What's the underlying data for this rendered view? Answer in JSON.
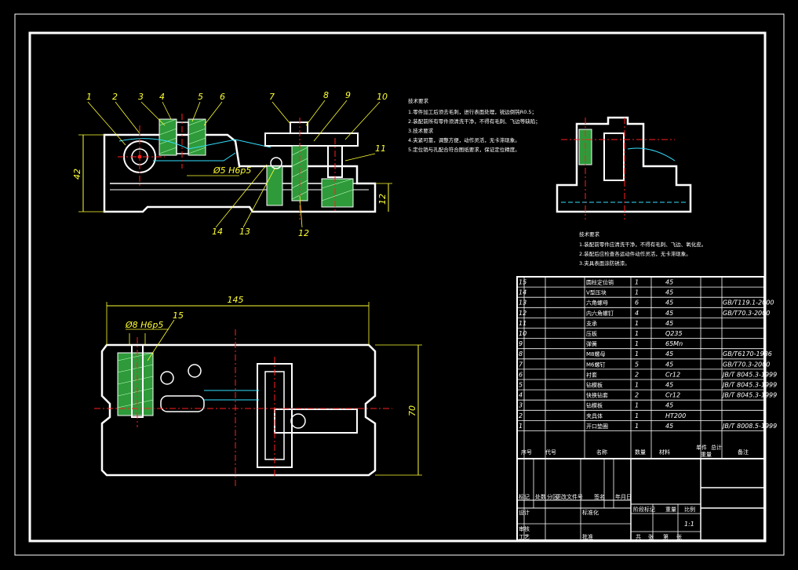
{
  "drawing": {
    "callouts_front": [
      "1",
      "2",
      "3",
      "4",
      "5",
      "6",
      "7",
      "8",
      "9",
      "10",
      "11",
      "12",
      "13",
      "14"
    ],
    "callout_top": "15",
    "dims": {
      "height_42": "42",
      "height_12": "12",
      "width_145": "145",
      "height_70": "70",
      "fit_5": "Ø5 H6p5",
      "fit_8": "Ø8 H6p5"
    },
    "notes_top": {
      "title": "技术要求",
      "lines": [
        "1.零件加工后须去毛刺，进行表面处理，锐边倒钝R0.5；",
        "2.装配前所有零件须清洗干净，不得有毛刺、飞边等缺陷；",
        "3.技术要求",
        "4.夹紧可靠，调整方便，动作灵活，无卡滞现象。",
        "5.定位销与孔配合符合图纸要求，保证定位精度。"
      ]
    },
    "notes_mid": {
      "title": "技术要求",
      "lines": [
        "1.装配前零件应清洗干净，不得有毛刺、飞边、氧化皮。",
        "2.装配后应检查各运动件动作灵活，无卡滞现象。",
        "3.夹具表面涂防锈漆。"
      ]
    }
  },
  "parts_table": {
    "rows": [
      {
        "no": "15",
        "name": "圆柱定位销",
        "qty": "1",
        "mat": "45",
        "std": ""
      },
      {
        "no": "14",
        "name": "V型压块",
        "qty": "1",
        "mat": "45",
        "std": ""
      },
      {
        "no": "13",
        "name": "六角螺母",
        "qty": "6",
        "mat": "45",
        "std": "GB/T119.1-2000"
      },
      {
        "no": "12",
        "name": "内六角螺钉",
        "qty": "4",
        "mat": "45",
        "std": "GB/T70.3-2000"
      },
      {
        "no": "11",
        "name": "支承",
        "qty": "1",
        "mat": "45",
        "std": ""
      },
      {
        "no": "10",
        "name": "压板",
        "qty": "1",
        "mat": "Q235",
        "std": ""
      },
      {
        "no": "9",
        "name": "弹簧",
        "qty": "1",
        "mat": "65Mn",
        "std": ""
      },
      {
        "no": "8",
        "name": "M8螺母",
        "qty": "1",
        "mat": "45",
        "std": "GB/T6170-1986"
      },
      {
        "no": "7",
        "name": "M6螺钉",
        "qty": "5",
        "mat": "45",
        "std": "GB/T70.3-2000"
      },
      {
        "no": "6",
        "name": "衬套",
        "qty": "2",
        "mat": "Cr12",
        "std": "JB/T 8045.3-1999"
      },
      {
        "no": "5",
        "name": "钻模板",
        "qty": "1",
        "mat": "45",
        "std": "JB/T 8045.3-1999"
      },
      {
        "no": "4",
        "name": "快换钻套",
        "qty": "2",
        "mat": "Cr12",
        "std": "JB/T 8045.3-1999"
      },
      {
        "no": "3",
        "name": "钻模板",
        "qty": "1",
        "mat": "45",
        "std": ""
      },
      {
        "no": "2",
        "name": "夹具体",
        "qty": "1",
        "mat": "HT200",
        "std": ""
      },
      {
        "no": "1",
        "name": "开口垫圈",
        "qty": "1",
        "mat": "45",
        "std": "JB/T 8008.5-1999"
      }
    ],
    "header": {
      "no": "序号",
      "code": "代号",
      "name": "名称",
      "qty": "数量",
      "mat": "材料",
      "wt1": "单件",
      "wt2": "总计",
      "weight": "重量",
      "remark": "备注"
    }
  },
  "title_block": {
    "labels": [
      "标记",
      "处数",
      "分区",
      "更改文件号",
      "签名",
      "年月日",
      "设计",
      "标准化",
      "阶段标记",
      "重量",
      "比例",
      "审核",
      "工艺",
      "批准"
    ],
    "scale": "1:1",
    "sheet": [
      "共",
      "张",
      "第",
      "张"
    ]
  }
}
